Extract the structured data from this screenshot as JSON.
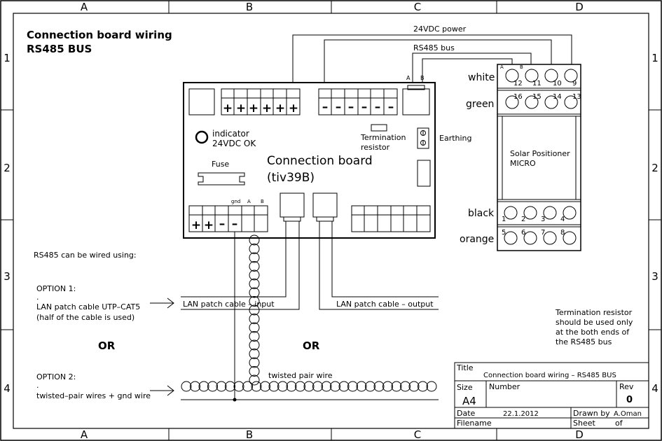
{
  "title": {
    "line1": "Connection board wiring",
    "line2": "RS485 BUS"
  },
  "grid": {
    "cols": [
      "A",
      "B",
      "C",
      "D"
    ],
    "rows": [
      "1",
      "2",
      "3",
      "4"
    ]
  },
  "labels": {
    "power": "24VDC power",
    "bus": "RS485 bus",
    "a": "A",
    "b": "B",
    "termination": "Termination",
    "termination2": "resistor",
    "earthing": "Earthing",
    "indicator": "indicator",
    "indicator2": "24VDC OK",
    "board": "Connection board",
    "board_model": "(tiv39B)",
    "fuse": "Fuse",
    "gnd": "gnd",
    "plus": "+",
    "minus": "–",
    "wired_using": "RS485 can be wired using:",
    "option1": "OPTION 1:",
    "option2": "OPTION 2:",
    "dot": ".",
    "lan_cable": "LAN patch cable UTP–CAT5",
    "half_cable": "(half of the cable is used)",
    "twisted_gnd": "twisted–pair wires + gnd wire",
    "or": "OR",
    "lan_input": "LAN patch cable – input",
    "lan_output": "LAN patch cable – output",
    "twisted_pair": "twisted pair wire",
    "term_note": [
      "Termination resistor",
      "should be used only",
      "at the both ends of",
      "the RS485 bus"
    ]
  },
  "positioner": {
    "name1": "Solar Positioner",
    "name2": "MICRO",
    "white": "white",
    "green": "green",
    "black": "black",
    "orange": "orange",
    "white_nums": [
      "12",
      "11",
      "10",
      "9"
    ],
    "green_nums": [
      "16",
      "15",
      "14",
      "13"
    ],
    "black_nums": [
      "1",
      "2",
      "3",
      "4"
    ],
    "orange_nums": [
      "5",
      "6",
      "7",
      "8"
    ],
    "term_a": "A",
    "term_b": "B"
  },
  "title_block": {
    "title_label": "Title",
    "title_value": "Connection board wiring – RS485 BUS",
    "size_label": "Size",
    "size_value": "A4",
    "number_label": "Number",
    "rev_label": "Rev",
    "rev_value": "0",
    "date_label": "Date",
    "date_value": "22.1.2012",
    "drawn_label": "Drawn by",
    "drawn_value": "A.Oman",
    "filename_label": "Filename",
    "sheet_label": "Sheet",
    "of_label": "of"
  }
}
